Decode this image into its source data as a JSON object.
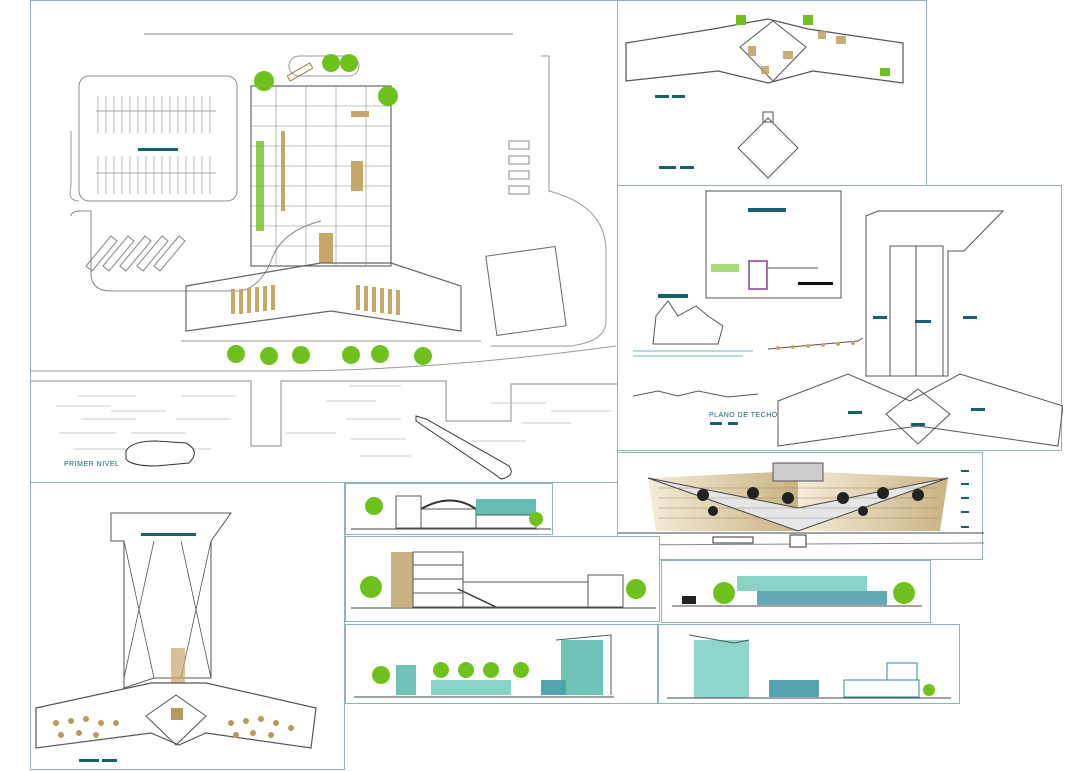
{
  "drawing": {
    "type": "architectural-cad-sheet",
    "accent_color": "#17606e",
    "vegetation_color": "#6fc21e",
    "glass_color": "#3fae9e",
    "wood_color": "#b89a5a",
    "line_color": "#555555"
  },
  "sheets": {
    "site_plan": {
      "title": "PRIMER NIVEL",
      "elements": [
        "parking-lot",
        "main-building-plan",
        "auditoriums",
        "dock",
        "annex-building",
        "yacht",
        "speedboat",
        "palm-trees"
      ]
    },
    "second_floor_plan": {
      "elements": [
        "floor-plan-wings",
        "central-diamond-hall"
      ]
    },
    "roof_plan": {
      "title": "PLANO DE TECHO",
      "elements": [
        "detail-box",
        "fishing-boat-section",
        "roof-outline"
      ]
    },
    "front_elevation": {
      "elements": [
        "v-shaped-facade",
        "palm-trees",
        "pier",
        "level-markers"
      ]
    },
    "third_floor_plan": {
      "elements": [
        "restaurant-tables",
        "void-spaces",
        "stair"
      ]
    },
    "elevations": [
      {
        "id": "elevation-a",
        "elements": [
          "arched-truss",
          "glass-block"
        ]
      },
      {
        "id": "section-b",
        "elements": [
          "stair-tower",
          "ramp"
        ]
      },
      {
        "id": "elevation-c",
        "elements": [
          "glass-facade",
          "palm-trees"
        ]
      },
      {
        "id": "elevation-d",
        "elements": [
          "glass-tower",
          "palm-row"
        ]
      },
      {
        "id": "elevation-e",
        "elements": [
          "glass-tower",
          "low-blocks"
        ]
      }
    ]
  }
}
